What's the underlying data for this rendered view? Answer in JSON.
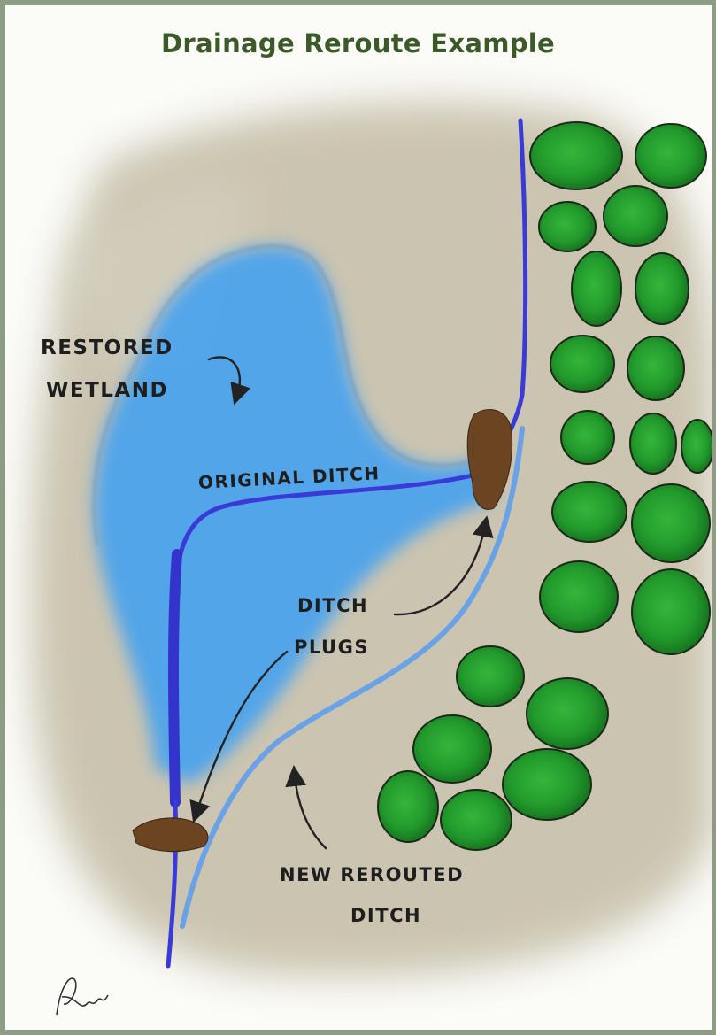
{
  "diagram": {
    "title": "Drainage Reroute Example",
    "labels": {
      "restored_wetland_line1": "RESTORED",
      "restored_wetland_line2": "WETLAND",
      "original_ditch": "ORIGINAL DITCH",
      "ditch_plugs_line1": "DITCH",
      "ditch_plugs_line2": "PLUGS",
      "new_ditch_line1": "NEW REROUTED",
      "new_ditch_line2": "DITCH"
    },
    "signature": "AW"
  },
  "colors": {
    "title": "#3b5a27",
    "ground": "#cbc5b2",
    "wetland": "#4aa3ee",
    "original_ditch": "#3a3ad6",
    "new_ditch": "#6aa2e8",
    "plug": "#6b4422",
    "tree": "#2f9a34"
  }
}
